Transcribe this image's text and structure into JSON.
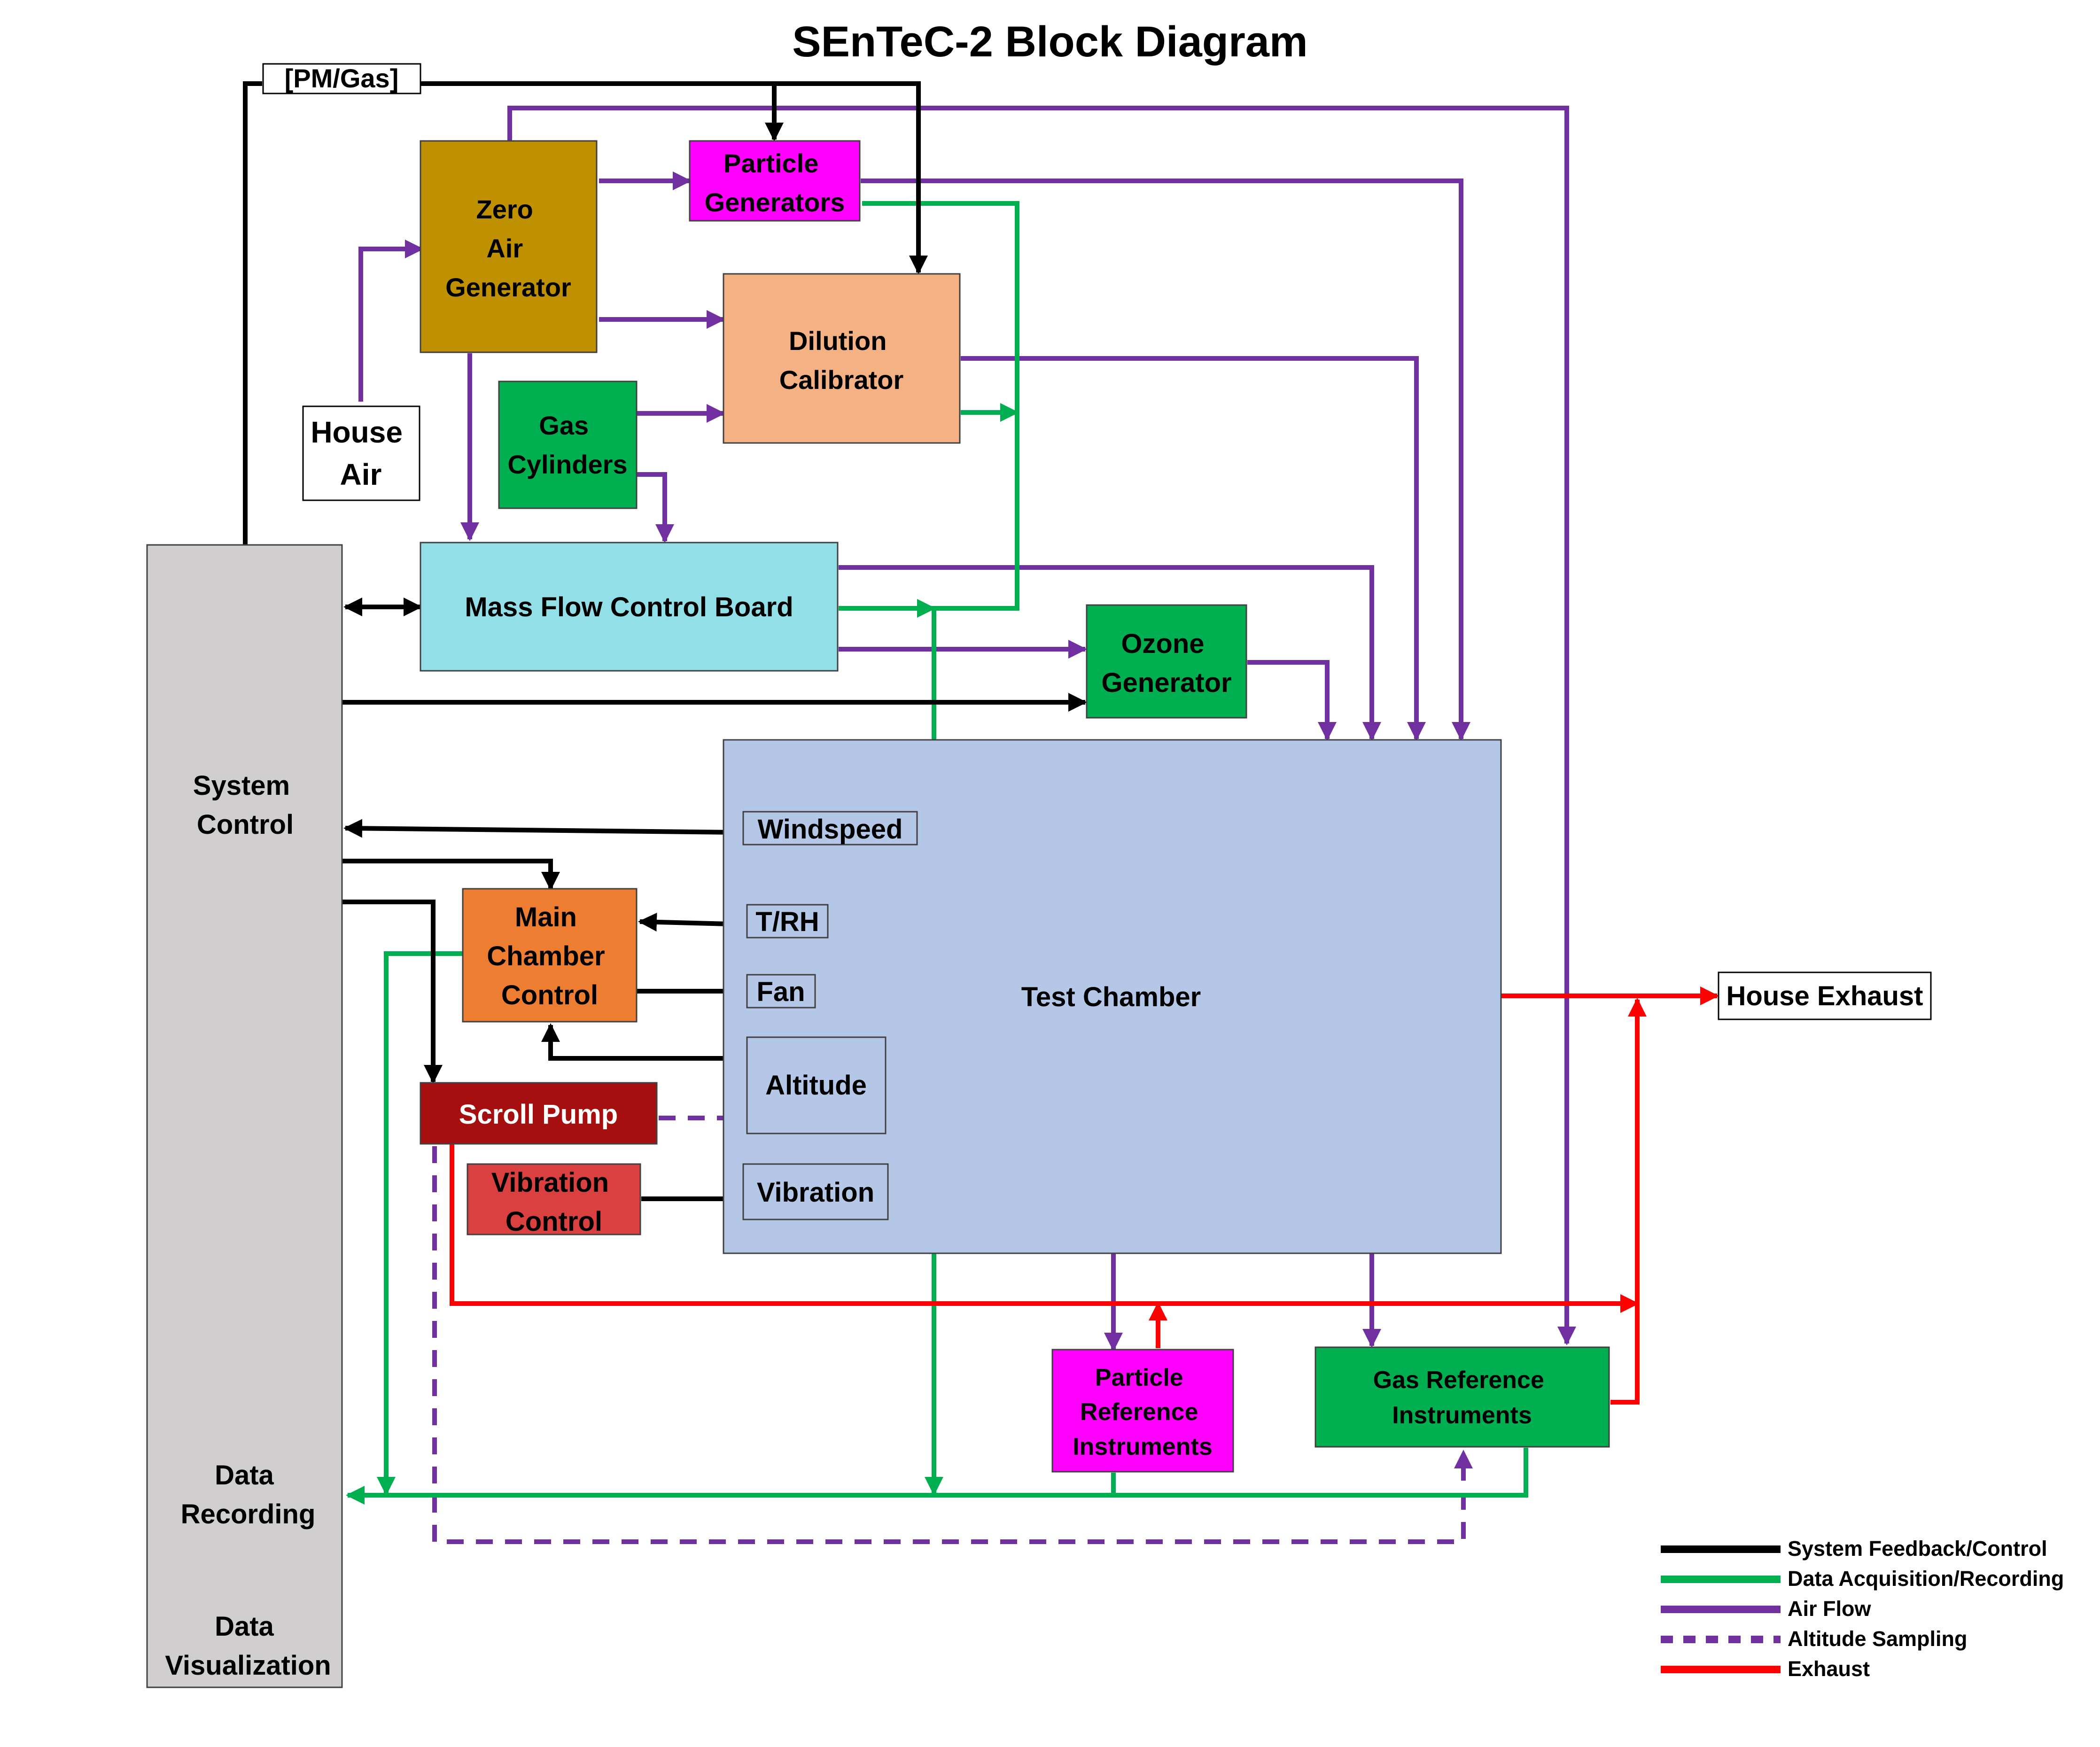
{
  "title": "SEnTeC-2 Block Diagram",
  "colors": {
    "control": "#000000",
    "data": "#00b050",
    "air": "#7030a0",
    "exhaust": "#ff0000",
    "zero_air": "#bf9000",
    "particle": "#ff00ff",
    "dilution": "#f4b183",
    "gas": "#00b050",
    "mfc": "#93dfe7",
    "chamber": "#b4c7e7",
    "main_control": "#ed7d31",
    "scroll_pump": "#a50f0f",
    "vibration_control": "#d9403f",
    "system_control": "#d0cece"
  },
  "labels": {
    "pm_gas": "[PM/Gas]",
    "zero_air": [
      "Zero",
      "Air",
      "Generator"
    ],
    "particle_generators": [
      "Particle",
      "Generators"
    ],
    "dilution_calibrator": [
      "Dilution",
      "Calibrator"
    ],
    "house_air": [
      "House",
      "Air"
    ],
    "gas_cylinders": [
      "Gas",
      "Cylinders"
    ],
    "mass_flow": "Mass Flow Control Board",
    "ozone": [
      "Ozone",
      "Generator"
    ],
    "system_control": [
      "System",
      "Control"
    ],
    "data_recording": [
      "Data",
      "Recording"
    ],
    "data_visualization": [
      "Data",
      "Visualization"
    ],
    "test_chamber": "Test Chamber",
    "windspeed": "Windspeed",
    "trh": "T/RH",
    "fan": "Fan",
    "altitude": "Altitude",
    "vibration": "Vibration",
    "main_chamber": [
      "Main",
      "Chamber",
      "Control"
    ],
    "scroll_pump": "Scroll Pump",
    "vibration_control": [
      "Vibration",
      "Control"
    ],
    "house_exhaust": "House Exhaust",
    "particle_ref": [
      "Particle",
      "Reference",
      "Instruments"
    ],
    "gas_ref": [
      "Gas Reference",
      "Instruments"
    ]
  },
  "legend": [
    {
      "label": "System Feedback/Control",
      "color": "#000000",
      "dashed": false
    },
    {
      "label": "Data Acquisition/Recording",
      "color": "#00b050",
      "dashed": false
    },
    {
      "label": "Air Flow",
      "color": "#7030a0",
      "dashed": false
    },
    {
      "label": "Altitude Sampling",
      "color": "#7030a0",
      "dashed": true
    },
    {
      "label": "Exhaust",
      "color": "#ff0000",
      "dashed": false
    }
  ]
}
